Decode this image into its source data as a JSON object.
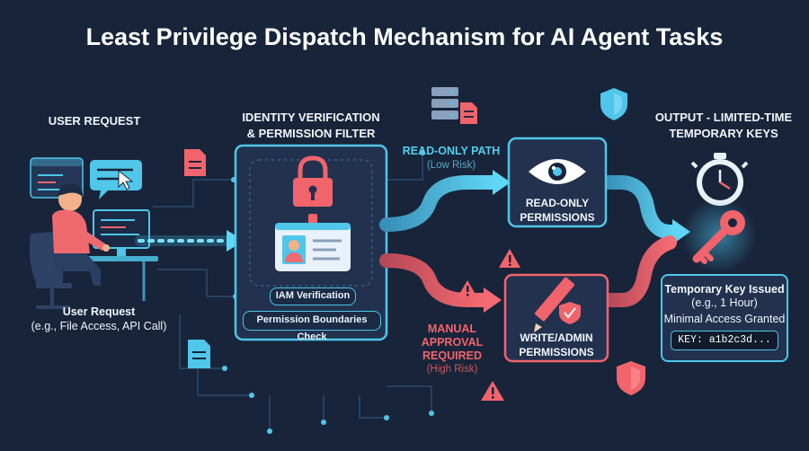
{
  "title": "Least Privilege Dispatch Mechanism for AI Agent Tasks",
  "user": {
    "header": "USER REQUEST",
    "caption_bold": "User Request",
    "caption": "(e.g., File Access, API Call)"
  },
  "filter": {
    "header_line1": "IDENTITY VERIFICATION",
    "header_line2": "& PERMISSION FILTER",
    "iam_label": "IAM Verification",
    "boundaries_label": "Permission Boundaries Check"
  },
  "read_path": {
    "label": "READ-ONLY PATH",
    "sub": "(Low Risk)",
    "box_line1": "READ-ONLY",
    "box_line2": "PERMISSIONS"
  },
  "write_path": {
    "label_line1": "MANUAL",
    "label_line2": "APPROVAL",
    "label_line3": "REQUIRED",
    "sub": "(High Risk)",
    "box_line1": "WRITE/ADMIN",
    "box_line2": "PERMISSIONS"
  },
  "output": {
    "header_line1": "OUTPUT - LIMITED-TIME",
    "header_line2": "TEMPORARY KEYS",
    "issued": "Temporary Key Issued",
    "duration": "(e.g., 1 Hour)",
    "access": "Minimal Access Granted",
    "key": "KEY: a1b2c3d..."
  },
  "colors": {
    "background": "#18243a",
    "cyan": "#4fc6ea",
    "red": "#f2646c",
    "panel": "#22324e"
  }
}
